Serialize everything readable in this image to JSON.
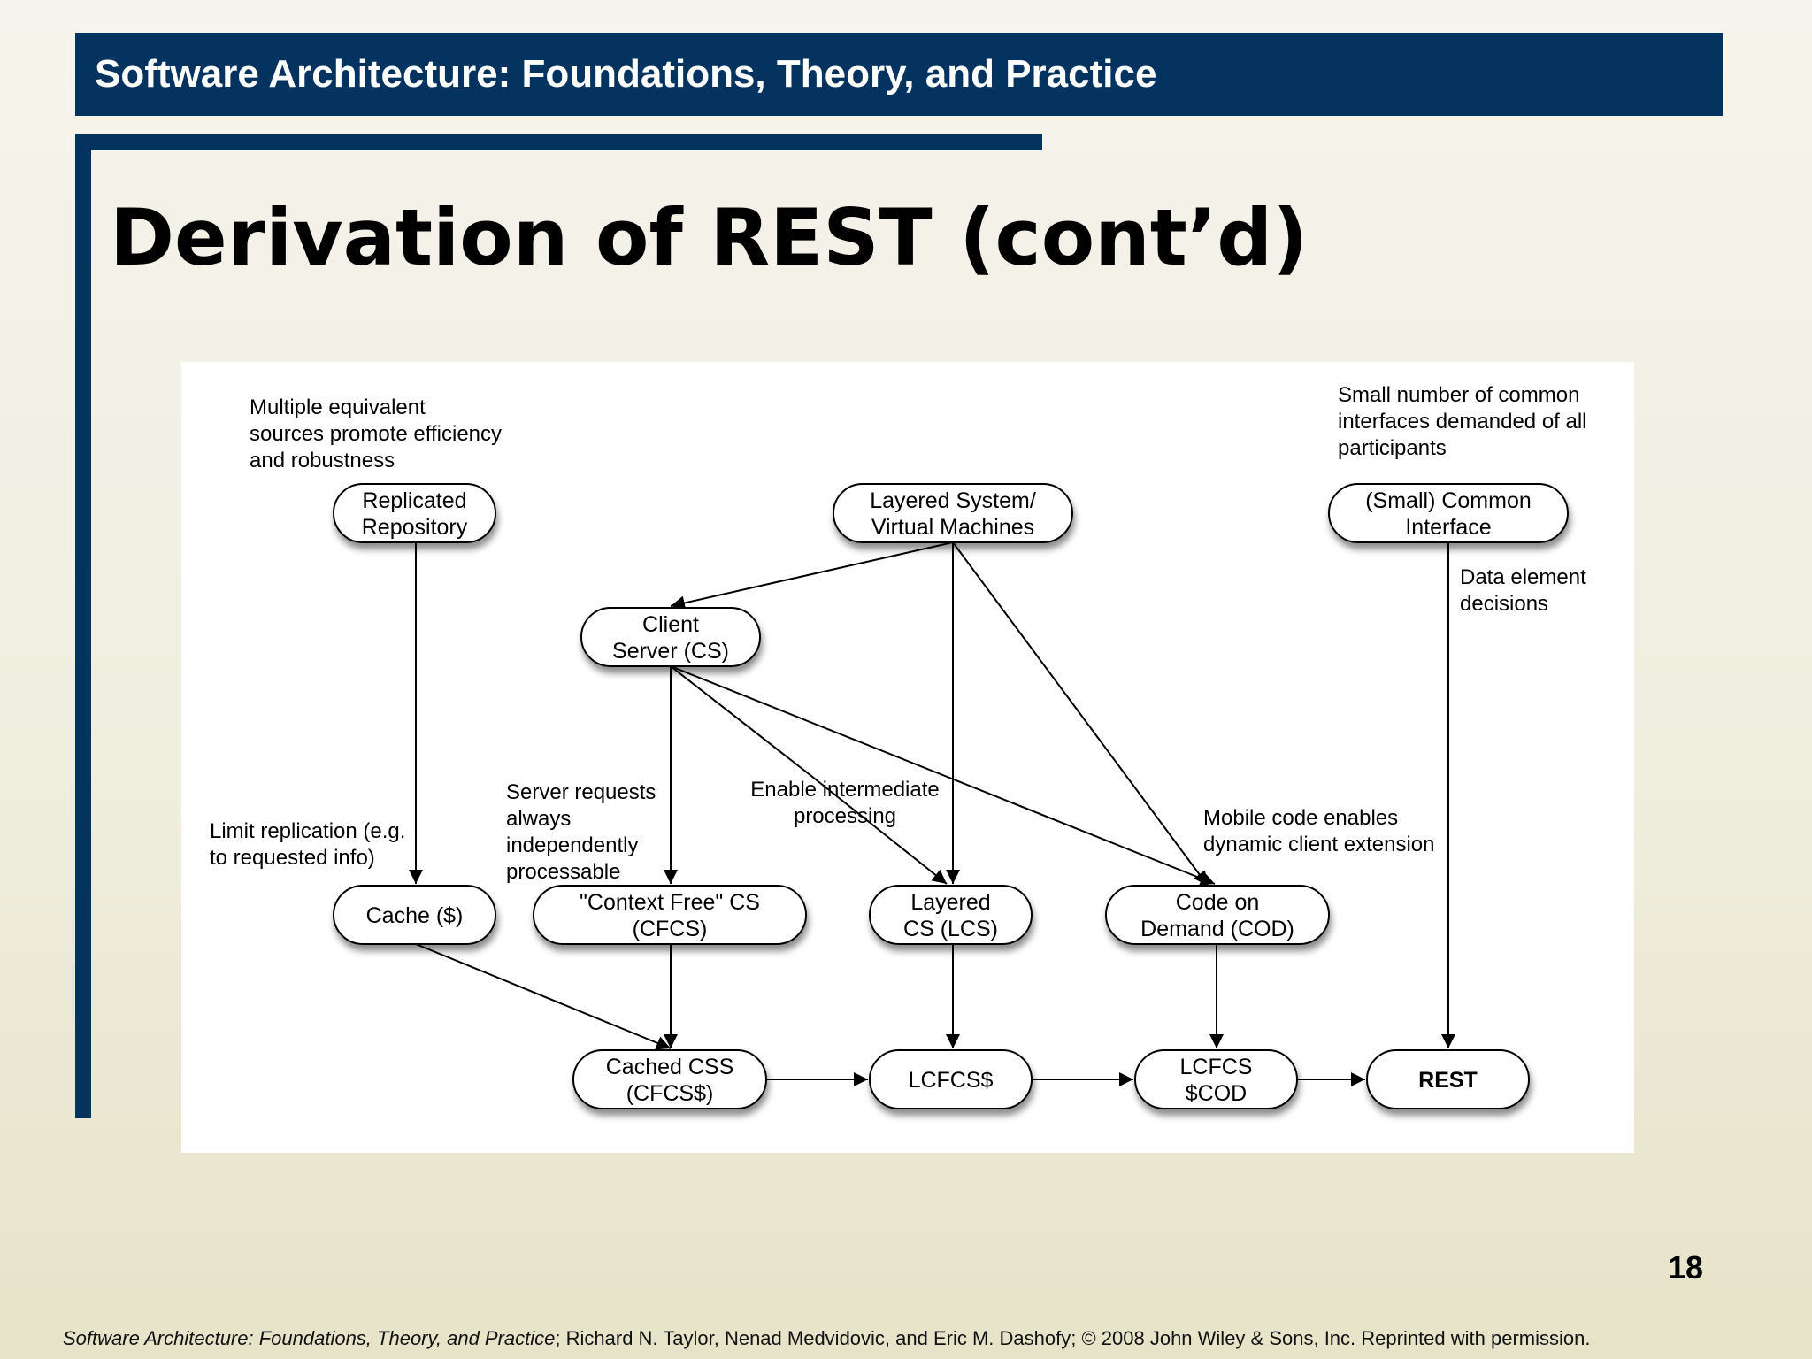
{
  "header": {
    "title": "Software Architecture: Foundations, Theory, and Practice"
  },
  "slide": {
    "title": "Derivation of REST (cont’d)",
    "page_number": "18"
  },
  "diagram": {
    "nodes": [
      {
        "id": "replicated",
        "lines": [
          "Replicated",
          "Repository"
        ]
      },
      {
        "id": "layered",
        "lines": [
          "Layered System/",
          "Virtual Machines"
        ]
      },
      {
        "id": "common",
        "lines": [
          "(Small) Common",
          "Interface"
        ]
      },
      {
        "id": "cs",
        "lines": [
          "Client",
          "Server (CS)"
        ]
      },
      {
        "id": "cache",
        "lines": [
          "Cache ($)"
        ]
      },
      {
        "id": "cfcs",
        "lines": [
          "\"Context Free\" CS",
          "(CFCS)"
        ]
      },
      {
        "id": "lcs",
        "lines": [
          "Layered",
          "CS (LCS)"
        ]
      },
      {
        "id": "cod",
        "lines": [
          "Code on",
          "Demand (COD)"
        ]
      },
      {
        "id": "cfcss",
        "lines": [
          "Cached CSS",
          "(CFCS$)"
        ]
      },
      {
        "id": "lcfcss",
        "lines": [
          "LCFCS$"
        ]
      },
      {
        "id": "lcfcscod",
        "lines": [
          "LCFCS",
          "$COD"
        ]
      },
      {
        "id": "rest",
        "lines": [
          "REST"
        ]
      }
    ],
    "edges": [
      {
        "from": "replicated",
        "to": "cache"
      },
      {
        "from": "layered",
        "to": "cs"
      },
      {
        "from": "layered",
        "to": "lcs"
      },
      {
        "from": "layered",
        "to": "cod"
      },
      {
        "from": "common",
        "to": "rest"
      },
      {
        "from": "cs",
        "to": "cfcs"
      },
      {
        "from": "cs",
        "to": "lcs"
      },
      {
        "from": "cs",
        "to": "cod"
      },
      {
        "from": "cache",
        "to": "cfcss"
      },
      {
        "from": "cfcs",
        "to": "cfcss"
      },
      {
        "from": "lcs",
        "to": "lcfcss"
      },
      {
        "from": "cod",
        "to": "lcfcscod"
      },
      {
        "from": "cfcss",
        "to": "lcfcss"
      },
      {
        "from": "lcfcss",
        "to": "lcfcscod"
      },
      {
        "from": "lcfcscod",
        "to": "rest"
      }
    ],
    "annotations": [
      {
        "id": "multiple-equivalent",
        "lines": [
          "Multiple equivalent",
          "sources promote efficiency",
          "and robustness"
        ]
      },
      {
        "id": "small-number",
        "lines": [
          "Small number of common",
          "interfaces demanded of all",
          "participants"
        ]
      },
      {
        "id": "data-element",
        "lines": [
          "Data element",
          "decisions"
        ]
      },
      {
        "id": "server-requests",
        "lines": [
          "Server requests",
          "always",
          "independently",
          "processable"
        ]
      },
      {
        "id": "enable-intermediate",
        "lines": [
          "Enable intermediate",
          "processing"
        ]
      },
      {
        "id": "mobile-code",
        "lines": [
          "Mobile code enables",
          "dynamic client extension"
        ]
      },
      {
        "id": "limit-replication",
        "lines": [
          "Limit replication (e.g.",
          "to requested info)"
        ]
      }
    ]
  },
  "footer": {
    "book_title": "Software Architecture: Foundations, Theory, and Practice",
    "rest": "; Richard N. Taylor, Nenad Medvidovic, and Eric M. Dashofy; © 2008 John Wiley & Sons, Inc. Reprinted with permission."
  }
}
